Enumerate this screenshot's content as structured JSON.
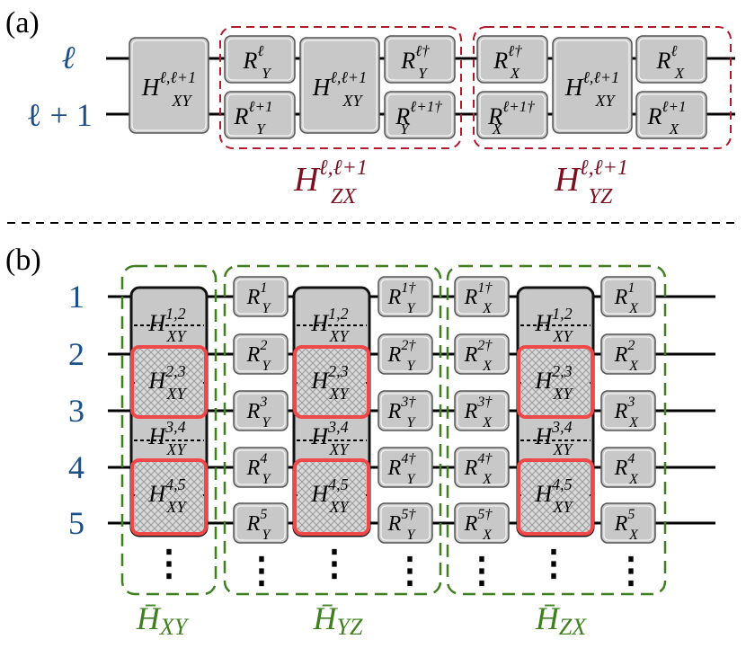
{
  "panel_a": {
    "label": "(a)",
    "wire_labels": [
      "ℓ",
      "ℓ + 1"
    ],
    "gates": {
      "h": {
        "main": "H",
        "sub": "XY",
        "sup": "ℓ,ℓ+1"
      },
      "ry_top": {
        "main": "R",
        "sub": "Y",
        "sup": "ℓ"
      },
      "ry_bot": {
        "main": "R",
        "sub": "Y",
        "sup": "ℓ+1"
      },
      "ry_top_dag": {
        "main": "R",
        "sub": "Y",
        "sup": "ℓ†"
      },
      "ry_bot_dag": {
        "main": "R",
        "sub": "Y",
        "sup": "ℓ+1†"
      },
      "rx_top_dag": {
        "main": "R",
        "sub": "X",
        "sup": "ℓ†"
      },
      "rx_bot_dag": {
        "main": "R",
        "sub": "X",
        "sup": "ℓ+1†"
      },
      "rx_top": {
        "main": "R",
        "sub": "X",
        "sup": "ℓ"
      },
      "rx_bot": {
        "main": "R",
        "sub": "X",
        "sup": "ℓ+1"
      }
    },
    "group_labels": [
      {
        "main": "H",
        "sub": "ZX",
        "sup": "ℓ,ℓ+1"
      },
      {
        "main": "H",
        "sub": "YZ",
        "sup": "ℓ,ℓ+1"
      }
    ]
  },
  "panel_b": {
    "label": "(b)",
    "wire_labels": [
      "1",
      "2",
      "3",
      "4",
      "5"
    ],
    "h_gates": [
      {
        "main": "H",
        "sub": "XY",
        "sup": "1,2"
      },
      {
        "main": "H",
        "sub": "XY",
        "sup": "2,3"
      },
      {
        "main": "H",
        "sub": "XY",
        "sup": "3,4"
      },
      {
        "main": "H",
        "sub": "XY",
        "sup": "4,5"
      }
    ],
    "ry": [
      {
        "main": "R",
        "sub": "Y",
        "sup": "1"
      },
      {
        "main": "R",
        "sub": "Y",
        "sup": "2"
      },
      {
        "main": "R",
        "sub": "Y",
        "sup": "3"
      },
      {
        "main": "R",
        "sub": "Y",
        "sup": "4"
      },
      {
        "main": "R",
        "sub": "Y",
        "sup": "5"
      }
    ],
    "ry_dag": [
      {
        "main": "R",
        "sub": "Y",
        "sup": "1†"
      },
      {
        "main": "R",
        "sub": "Y",
        "sup": "2†"
      },
      {
        "main": "R",
        "sub": "Y",
        "sup": "3†"
      },
      {
        "main": "R",
        "sub": "Y",
        "sup": "4†"
      },
      {
        "main": "R",
        "sub": "Y",
        "sup": "5†"
      }
    ],
    "rx_dag": [
      {
        "main": "R",
        "sub": "X",
        "sup": "1†"
      },
      {
        "main": "R",
        "sub": "X",
        "sup": "2†"
      },
      {
        "main": "R",
        "sub": "X",
        "sup": "3†"
      },
      {
        "main": "R",
        "sub": "X",
        "sup": "4†"
      },
      {
        "main": "R",
        "sub": "X",
        "sup": "5†"
      }
    ],
    "rx": [
      {
        "main": "R",
        "sub": "X",
        "sup": "1"
      },
      {
        "main": "R",
        "sub": "X",
        "sup": "2"
      },
      {
        "main": "R",
        "sub": "X",
        "sup": "3"
      },
      {
        "main": "R",
        "sub": "X",
        "sup": "4"
      },
      {
        "main": "R",
        "sub": "X",
        "sup": "5"
      }
    ],
    "group_labels": [
      {
        "main": "H̄",
        "sub": "XY"
      },
      {
        "main": "H̄",
        "sub": "YZ"
      },
      {
        "main": "H̄",
        "sub": "ZX"
      }
    ],
    "ellipsis": "⋮"
  },
  "colors": {
    "wire": "#000000",
    "gate_fill": "#c8c8c8",
    "gate_stroke": "#555555",
    "wire_label": "#1b4f8a",
    "group_a": "#b01c2e",
    "group_a_text": "#7a1020",
    "group_b": "#3f7f1f",
    "highlight": "#f04848"
  }
}
